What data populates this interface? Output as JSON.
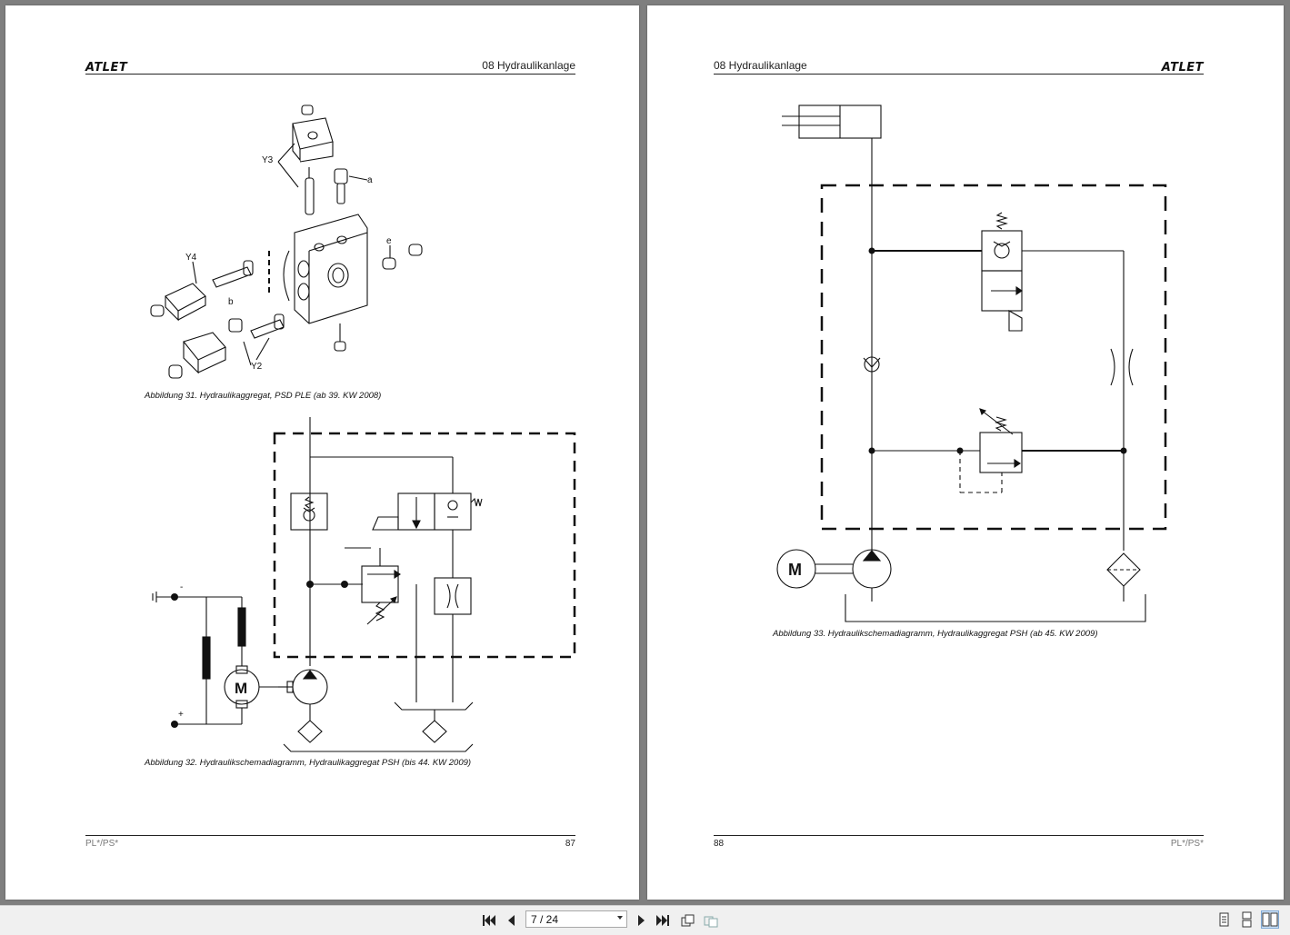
{
  "left_page": {
    "logo": "ATLET",
    "chapter": "08  Hydraulikanlage",
    "figure31": {
      "caption": "Abbildung 31. Hydraulikaggregat, PSD PLE (ab 39. KW 2008)",
      "labels": {
        "y3": "Y3",
        "a": "a",
        "e": "e",
        "y4": "Y4",
        "b": "b",
        "y2": "Y2"
      }
    },
    "figure32": {
      "caption": "Abbildung 32. Hydraulikschemadiagramm, Hydraulikaggregat PSH (bis 44. KW 2009)",
      "motor": "M",
      "minus": "-",
      "plus": "+"
    },
    "footer_model": "PL*/PS*",
    "page_number": "87"
  },
  "right_page": {
    "logo": "ATLET",
    "chapter": "08  Hydraulikanlage",
    "figure33": {
      "caption": "Abbildung 33. Hydraulikschemadiagramm, Hydraulikaggregat PSH (ab 45. KW 2009)",
      "motor": "M"
    },
    "footer_model": "PL*/PS*",
    "page_number": "88"
  },
  "toolbar": {
    "first_icon": "first-page-icon",
    "prev_icon": "previous-page-icon",
    "page_indicator": "7 / 24",
    "next_icon": "next-page-icon",
    "last_icon": "last-page-icon",
    "rotate_icon": "rotate-icon",
    "fit_icon": "fit-page-icon",
    "view_modes": [
      "single-page-icon",
      "continuous-icon",
      "two-page-icon"
    ]
  }
}
